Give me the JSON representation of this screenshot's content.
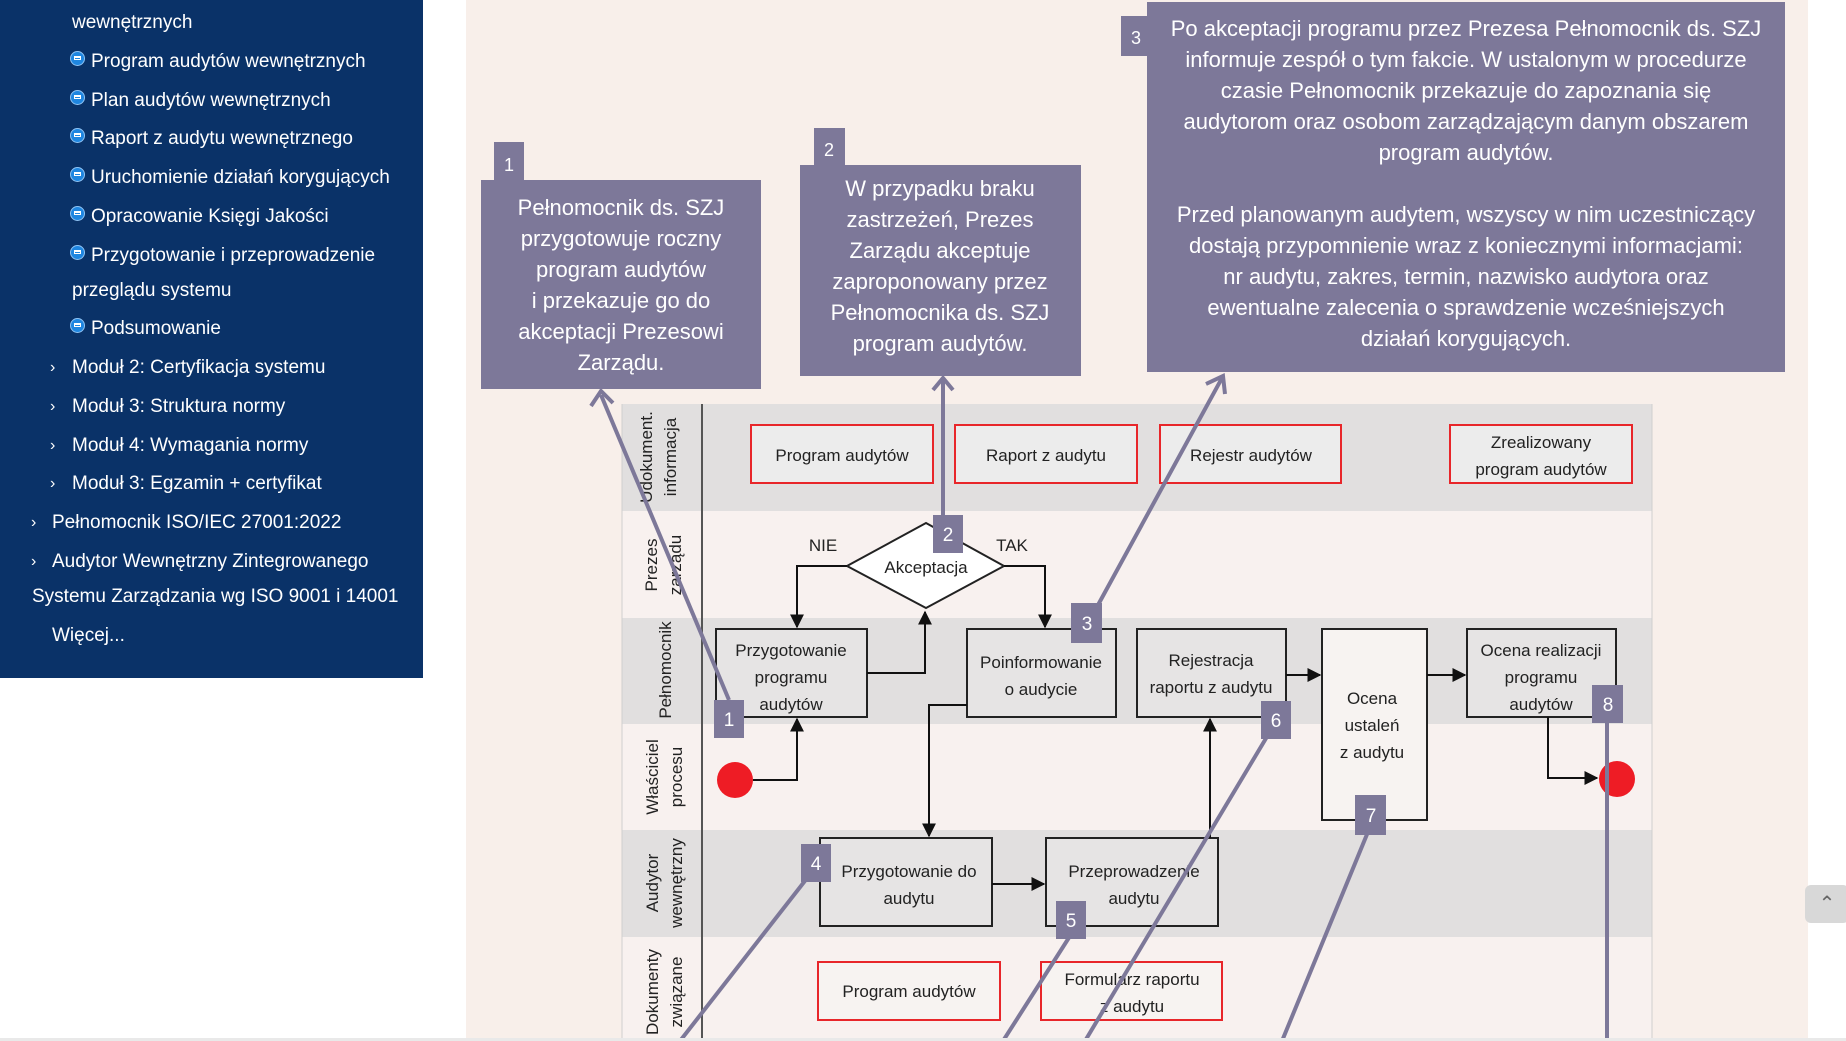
{
  "sidebar": {
    "items": [
      {
        "label": "wewnętrznych",
        "icon": "none"
      },
      {
        "label": "Program audytów wewnętrznych",
        "icon": "lesson-icon"
      },
      {
        "label": "Plan audytów wewnętrznych",
        "icon": "lesson-icon"
      },
      {
        "label": "Raport z audytu wewnętrznego",
        "icon": "lesson-icon"
      },
      {
        "label": "Uruchomienie działań korygujących",
        "icon": "lesson-icon"
      },
      {
        "label": "Opracowanie Księgi Jakości",
        "icon": "lesson-icon"
      },
      {
        "label": "Przygotowanie i przeprowadzenie",
        "icon": "lesson-icon"
      },
      {
        "label": "przeglądu systemu",
        "icon": "none"
      },
      {
        "label": "Podsumowanie",
        "icon": "lesson-icon"
      }
    ],
    "modules": [
      {
        "label": "Moduł 2: Certyfikacja systemu"
      },
      {
        "label": "Moduł 3: Struktura normy"
      },
      {
        "label": "Moduł 4: Wymagania normy"
      },
      {
        "label": "Moduł 3: Egzamin + certyfikat"
      }
    ],
    "courses": [
      {
        "label": "Pełnomocnik ISO/IEC 27001:2022"
      },
      {
        "label": "Audytor Wewnętrzny Zintegrowanego"
      }
    ],
    "course_cont": "Systemu Zarządzania wg ISO 9001 i 14001",
    "more": "Więcej..."
  },
  "diagram": {
    "colors": {
      "callout": "#7d7899",
      "lane_grey": "#e1dfdf",
      "lane_light": "#f8f1ef",
      "doc_border": "#e8262a",
      "event": "#ee1c25"
    },
    "callouts": [
      {
        "num": "1",
        "lines": [
          "Pełnomocnik ds. SZJ",
          "przygotowuje roczny",
          "program audytów",
          "i przekazuje go do",
          "akceptacji Prezesowi",
          "Zarządu."
        ]
      },
      {
        "num": "2",
        "lines": [
          "W przypadku braku",
          "zastrzeżeń, Prezes",
          "Zarządu akceptuje",
          "zaproponowany przez",
          "Pełnomocnika ds. SZJ",
          "program audytów."
        ]
      },
      {
        "num": "3",
        "lines": [
          "Po akceptacji programu przez Prezesa Pełnomocnik ds. SZJ",
          "informuje zespół o tym fakcie. W ustalonym w procedurze",
          "czasie Pełnomocnik przekazuje do zapoznania się",
          "audytorom oraz osobom zarządzającym danym obszarem",
          "program audytów.",
          "",
          "Przed planowanym audytem, wszyscy w nim uczestniczący",
          "dostają przypomnienie wraz z koniecznymi informacjami:",
          "nr audytu, zakres, termin, nazwisko audytora oraz",
          "ewentualne zalecenia o sprawdzenie wcześniejszych",
          "działań korygujących."
        ]
      }
    ],
    "lanes": [
      {
        "lines": [
          "Udokument.",
          "informacja"
        ]
      },
      {
        "lines": [
          "Prezes",
          "zarządu"
        ]
      },
      {
        "lines": [
          "Pełnomocnik"
        ]
      },
      {
        "lines": [
          "Właściciel",
          "procesu"
        ]
      },
      {
        "lines": [
          "Audytor",
          "wewnętrzny"
        ]
      },
      {
        "lines": [
          "Dokumenty",
          "związane"
        ]
      }
    ],
    "docs_top": [
      {
        "lines": [
          "Program audytów"
        ]
      },
      {
        "lines": [
          "Raport z audytu"
        ]
      },
      {
        "lines": [
          "Rejestr audytów"
        ]
      },
      {
        "lines": [
          "Zrealizowany",
          "program audytów"
        ]
      }
    ],
    "decision": {
      "label": "Akceptacja",
      "no": "NIE",
      "yes": "TAK"
    },
    "tasks": [
      {
        "lines": [
          "Przygotowanie",
          "programu",
          "audytów"
        ]
      },
      {
        "lines": [
          "Poinformowanie",
          "o audycie"
        ]
      },
      {
        "lines": [
          "Rejestracja",
          "raportu z audytu"
        ]
      },
      {
        "lines": [
          "Ocena",
          "ustaleń",
          "z audytu"
        ]
      },
      {
        "lines": [
          "Ocena realizacji",
          "programu",
          "audytów"
        ]
      },
      {
        "lines": [
          "Przygotowanie do",
          "audytu"
        ]
      },
      {
        "lines": [
          "Przeprowadzenie",
          "audytu"
        ]
      }
    ],
    "docs_bottom": [
      {
        "lines": [
          "Program audytów"
        ]
      },
      {
        "lines": [
          "Formularz raportu",
          "z audytu"
        ]
      }
    ],
    "markers": [
      "1",
      "2",
      "3",
      "4",
      "5",
      "6",
      "7",
      "8"
    ]
  },
  "ui": {
    "scroll_top_icon": "chevron-up-icon",
    "scroll_top_glyph": "⌃"
  }
}
